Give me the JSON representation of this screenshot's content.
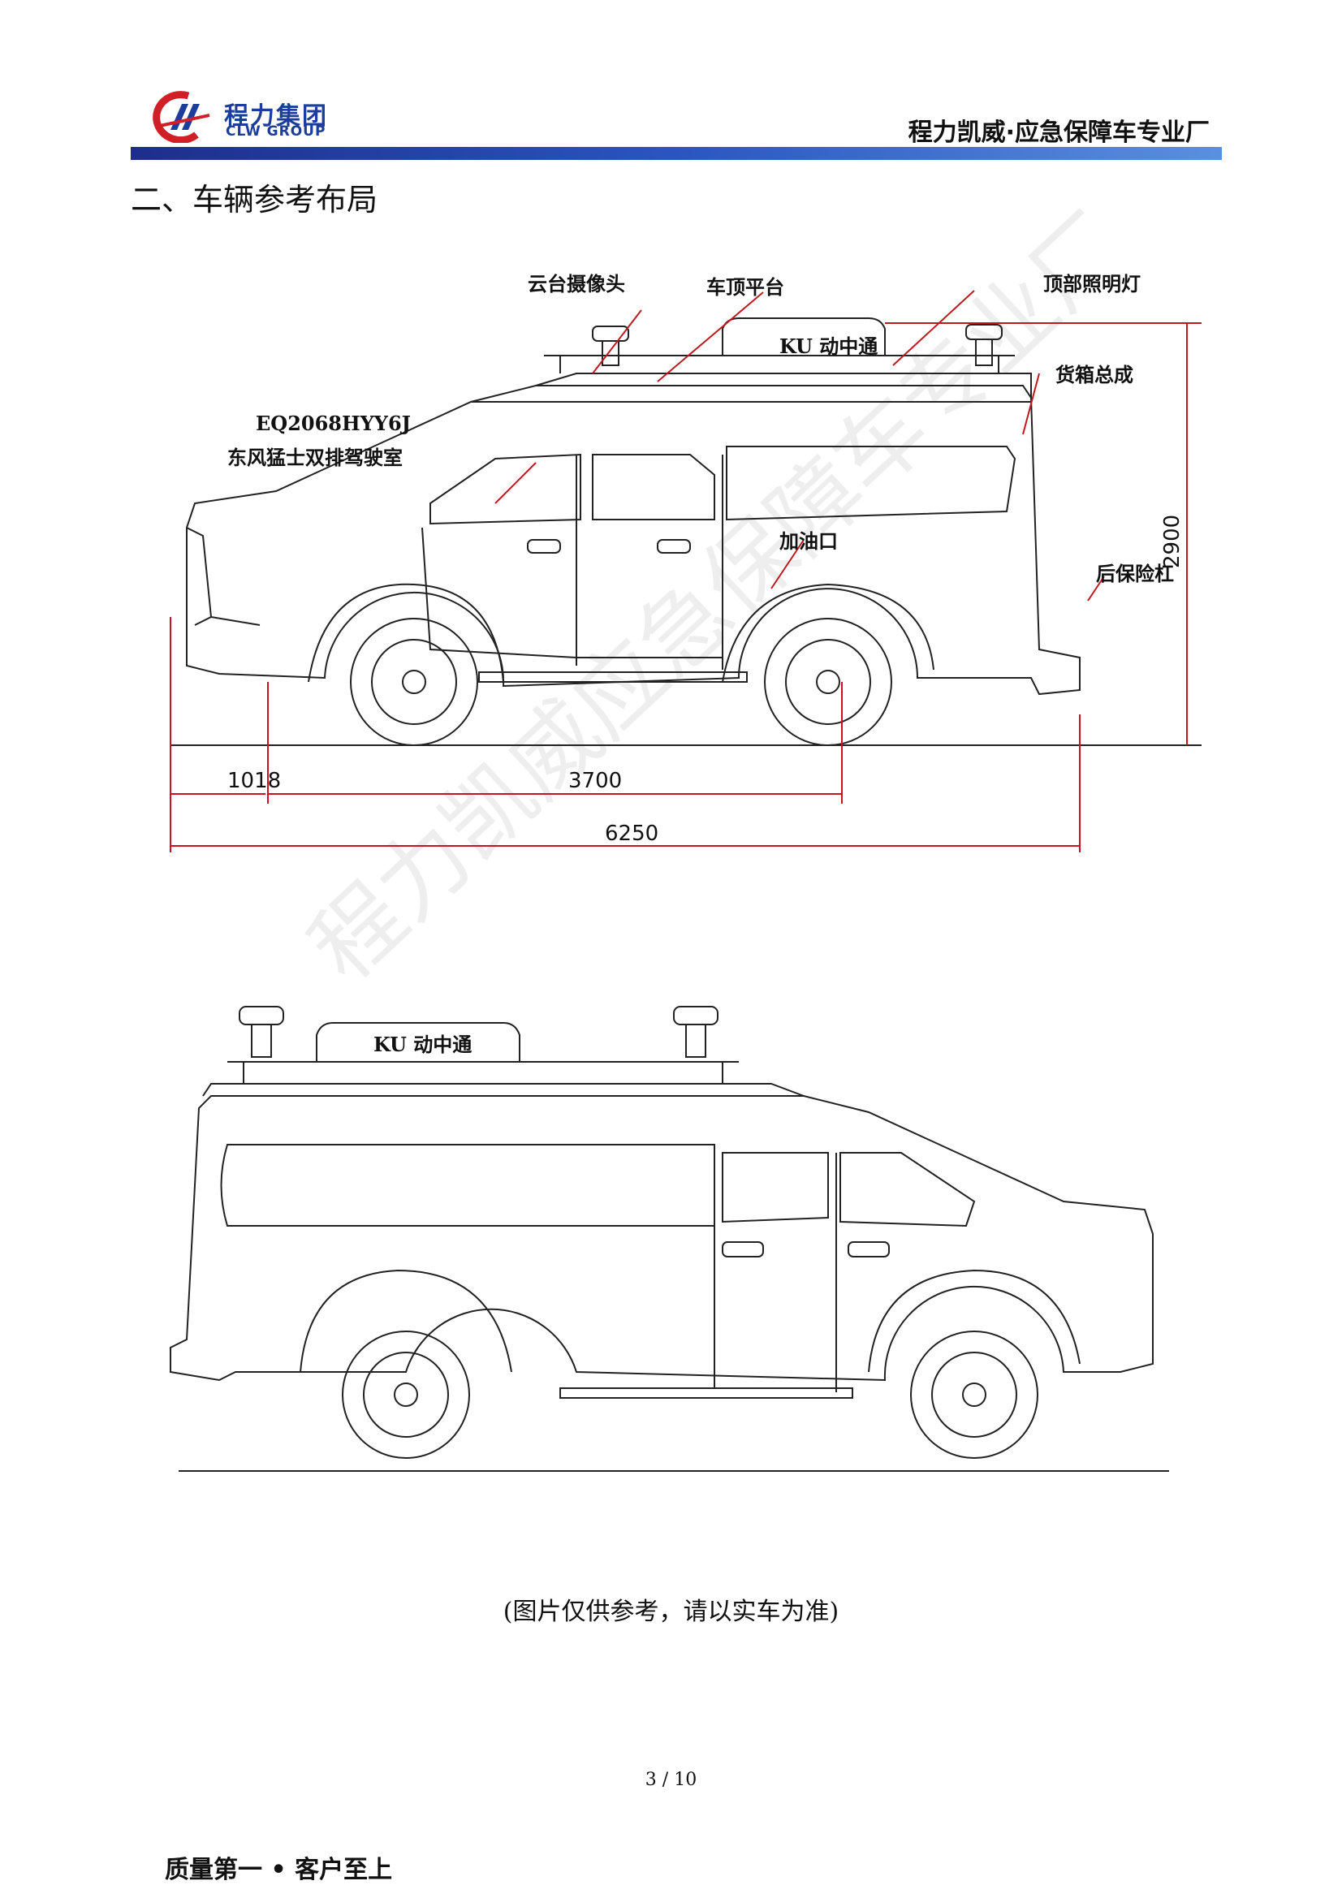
{
  "header": {
    "logo_cn": "程力集团",
    "logo_en": "CLW GROUP",
    "slogan": "程力凯威·应急保障车专业厂",
    "brand_color": "#1d3d9a",
    "accent_red": "#d01f26"
  },
  "section_title": "二、车辆参考布局",
  "side_view_1": {
    "labels": {
      "ptz_camera": "云台摄像头",
      "roof_platform": "车顶平台",
      "top_light": "顶部照明灯",
      "ku": "KU 动中通",
      "cargo_box": "货箱总成",
      "model": "EQ2068HYY6J",
      "cab": "东风猛士双排驾驶室",
      "fuel_port": "加油口",
      "rear_bumper": "后保险杠"
    },
    "dimensions": {
      "front_overhang": "1018",
      "wheelbase": "3700",
      "overall_length": "6250",
      "overall_height": "2900"
    }
  },
  "side_view_2": {
    "ku": "KU 动中通"
  },
  "watermark": "程力凯威应急保障车专业厂",
  "caption": "(图片仅供参考，请以实车为准)",
  "page_number": "3 / 10",
  "footer": "质量第一 • 客户至上"
}
